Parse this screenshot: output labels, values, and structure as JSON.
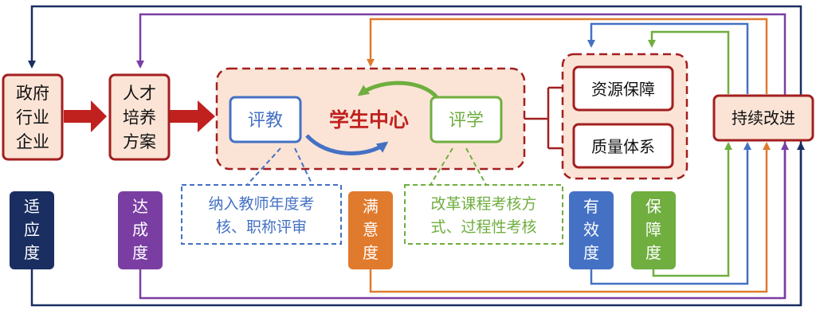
{
  "colors": {
    "dark_red": "#a31f1f",
    "navy": "#1a2e62",
    "purple": "#7a3ea3",
    "orange": "#e07a2d",
    "blue": "#4471c4",
    "green": "#6fae3f",
    "box_fill": "#fbe4d6",
    "center_text": "#c0211f"
  },
  "nodes": {
    "gov": "政府\n行业\n企业",
    "plan": "人才\n培养\n方案",
    "eval_teach": "评教",
    "eval_learn": "评学",
    "student_center": "学生中心",
    "resources": "资源保障",
    "quality": "质量体系",
    "improve": "持续改进"
  },
  "notes": {
    "teach": [
      "纳入教师年度考",
      "核、职称评审"
    ],
    "learn": [
      "改革课程考核方",
      "式、过程性考核"
    ]
  },
  "measures": {
    "adapt": "适\n应\n度",
    "achieve": "达\n成\n度",
    "satisfy": "满\n意\n度",
    "effect": "有\n效\n度",
    "guarantee": "保\n障\n度"
  }
}
